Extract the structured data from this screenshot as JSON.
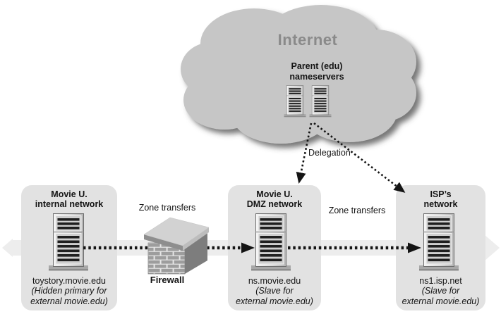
{
  "diagram": {
    "internet_title": "Internet",
    "parent_ns_lines": [
      "Parent (edu)",
      "nameservers"
    ],
    "delegation_label": "Delegation",
    "zone_transfers_label": "Zone transfers",
    "firewall_label": "Firewall"
  },
  "networks": [
    {
      "title_lines": [
        "Movie U.",
        "internal network"
      ],
      "hostname": "toystory.movie.edu",
      "note_lines": [
        "(Hidden primary for",
        "external movie.edu)"
      ]
    },
    {
      "title_lines": [
        "Movie U.",
        "DMZ network"
      ],
      "hostname": "ns.movie.edu",
      "note_lines": [
        "(Slave for",
        "external movie.edu)"
      ]
    },
    {
      "title_lines": [
        "ISP’s",
        "network"
      ],
      "hostname": "ns1.isp.net",
      "note_lines": [
        "(Slave for",
        "external movie.edu)"
      ]
    }
  ],
  "colors": {
    "cloud": "#c6c6c6",
    "cloud_shadow": "#4a4a4a",
    "network_box": "#e2e2e2",
    "backbone_band": "#ededed",
    "internet_text": "#8a8a8a",
    "line": "#141414",
    "brick": "#9d9d9d"
  }
}
